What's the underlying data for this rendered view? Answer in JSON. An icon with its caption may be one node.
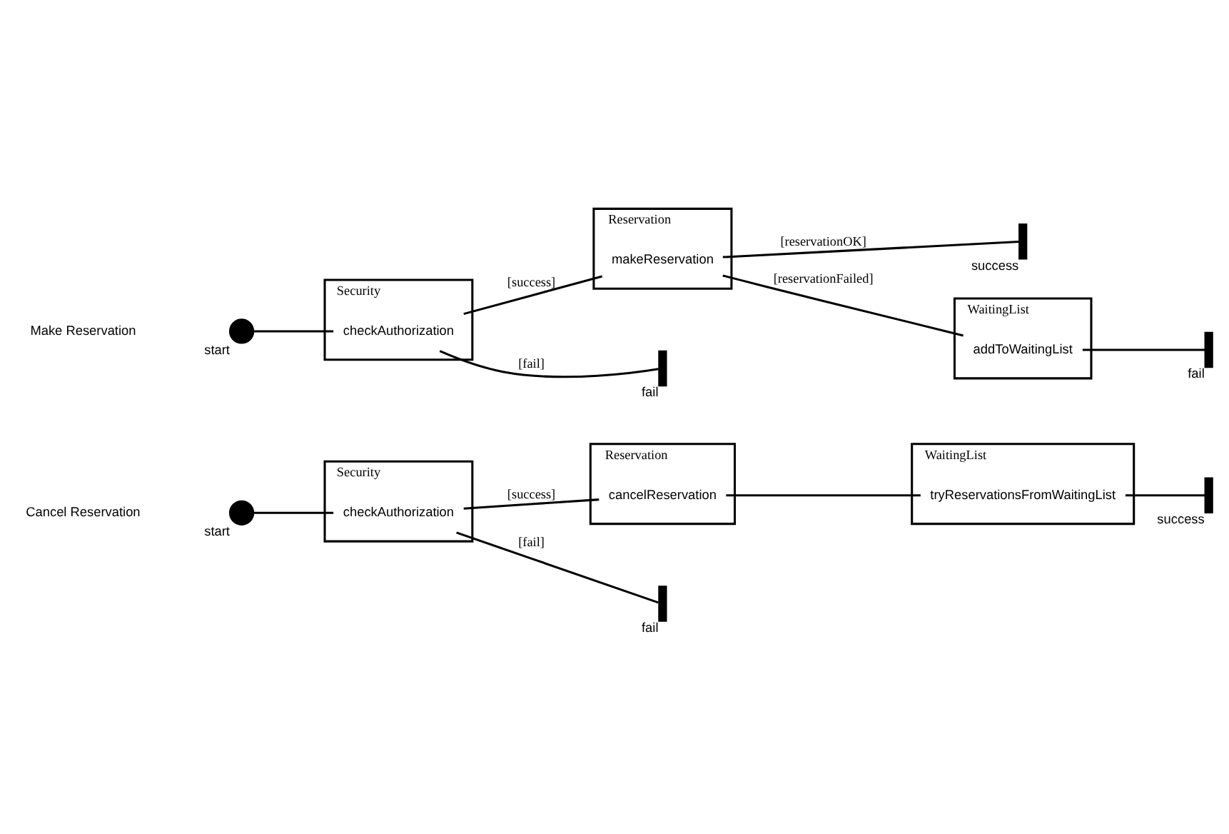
{
  "diagram": {
    "nodes": [
      {
        "text": [
          "start"
        ]
      },
      {
        "text": [
          "Security"
        ]
      },
      {
        "text": [
          "checkAuthorization"
        ],
        "in": 1
      },
      {
        "text": [
          "Reservation"
        ]
      },
      {
        "text": [
          "makeReservation"
        ],
        "in": 3
      },
      {
        "text": [
          "success"
        ]
      },
      {
        "text": [
          "fail"
        ]
      },
      {
        "text": [
          "WaitingList"
        ]
      },
      {
        "text": [
          "addToWaitingList"
        ],
        "in": 7
      },
      {
        "text": [
          "fail"
        ]
      },
      {
        "text": [
          "start"
        ]
      },
      {
        "text": [
          "Security"
        ]
      },
      {
        "text": [
          "checkAuthorization"
        ],
        "in": 11
      },
      {
        "text": [
          "Reservation"
        ]
      },
      {
        "text": [
          "cancelReservation"
        ],
        "in": 13
      },
      {
        "text": [
          "fail"
        ]
      },
      {
        "text": [
          "WaitingList"
        ]
      },
      {
        "text": [
          "tryReservationsFromWaitingList"
        ],
        "in": 16
      },
      {
        "text": [
          "success"
        ]
      }
    ],
    "edges": [
      {
        "from": 0,
        "to": 2,
        "arrow": "none"
      },
      {
        "from": 2,
        "to": 4,
        "arrow": "none",
        "label": "[success]"
      },
      {
        "from": 2,
        "to": 6,
        "arrow": "none",
        "label": "[fail]"
      },
      {
        "from": 4,
        "to": 5,
        "arrow": "none",
        "label": "[reservationOK]"
      },
      {
        "from": 4,
        "to": 8,
        "arrow": "none",
        "label": "[reservationFailed]"
      },
      {
        "from": 8,
        "to": 9,
        "arrow": "none"
      },
      {
        "from": 10,
        "to": 12,
        "arrow": "none"
      },
      {
        "from": 12,
        "to": 14,
        "arrow": "none",
        "label": "[success]"
      },
      {
        "from": 12,
        "to": 15,
        "arrow": "none",
        "label": "[fail]"
      },
      {
        "from": 14,
        "to": 17,
        "arrow": "none"
      },
      {
        "from": 17,
        "to": 18,
        "arrow": "none"
      }
    ],
    "labels": [
      "Make Reservation",
      "Cancel Reservation"
    ]
  }
}
